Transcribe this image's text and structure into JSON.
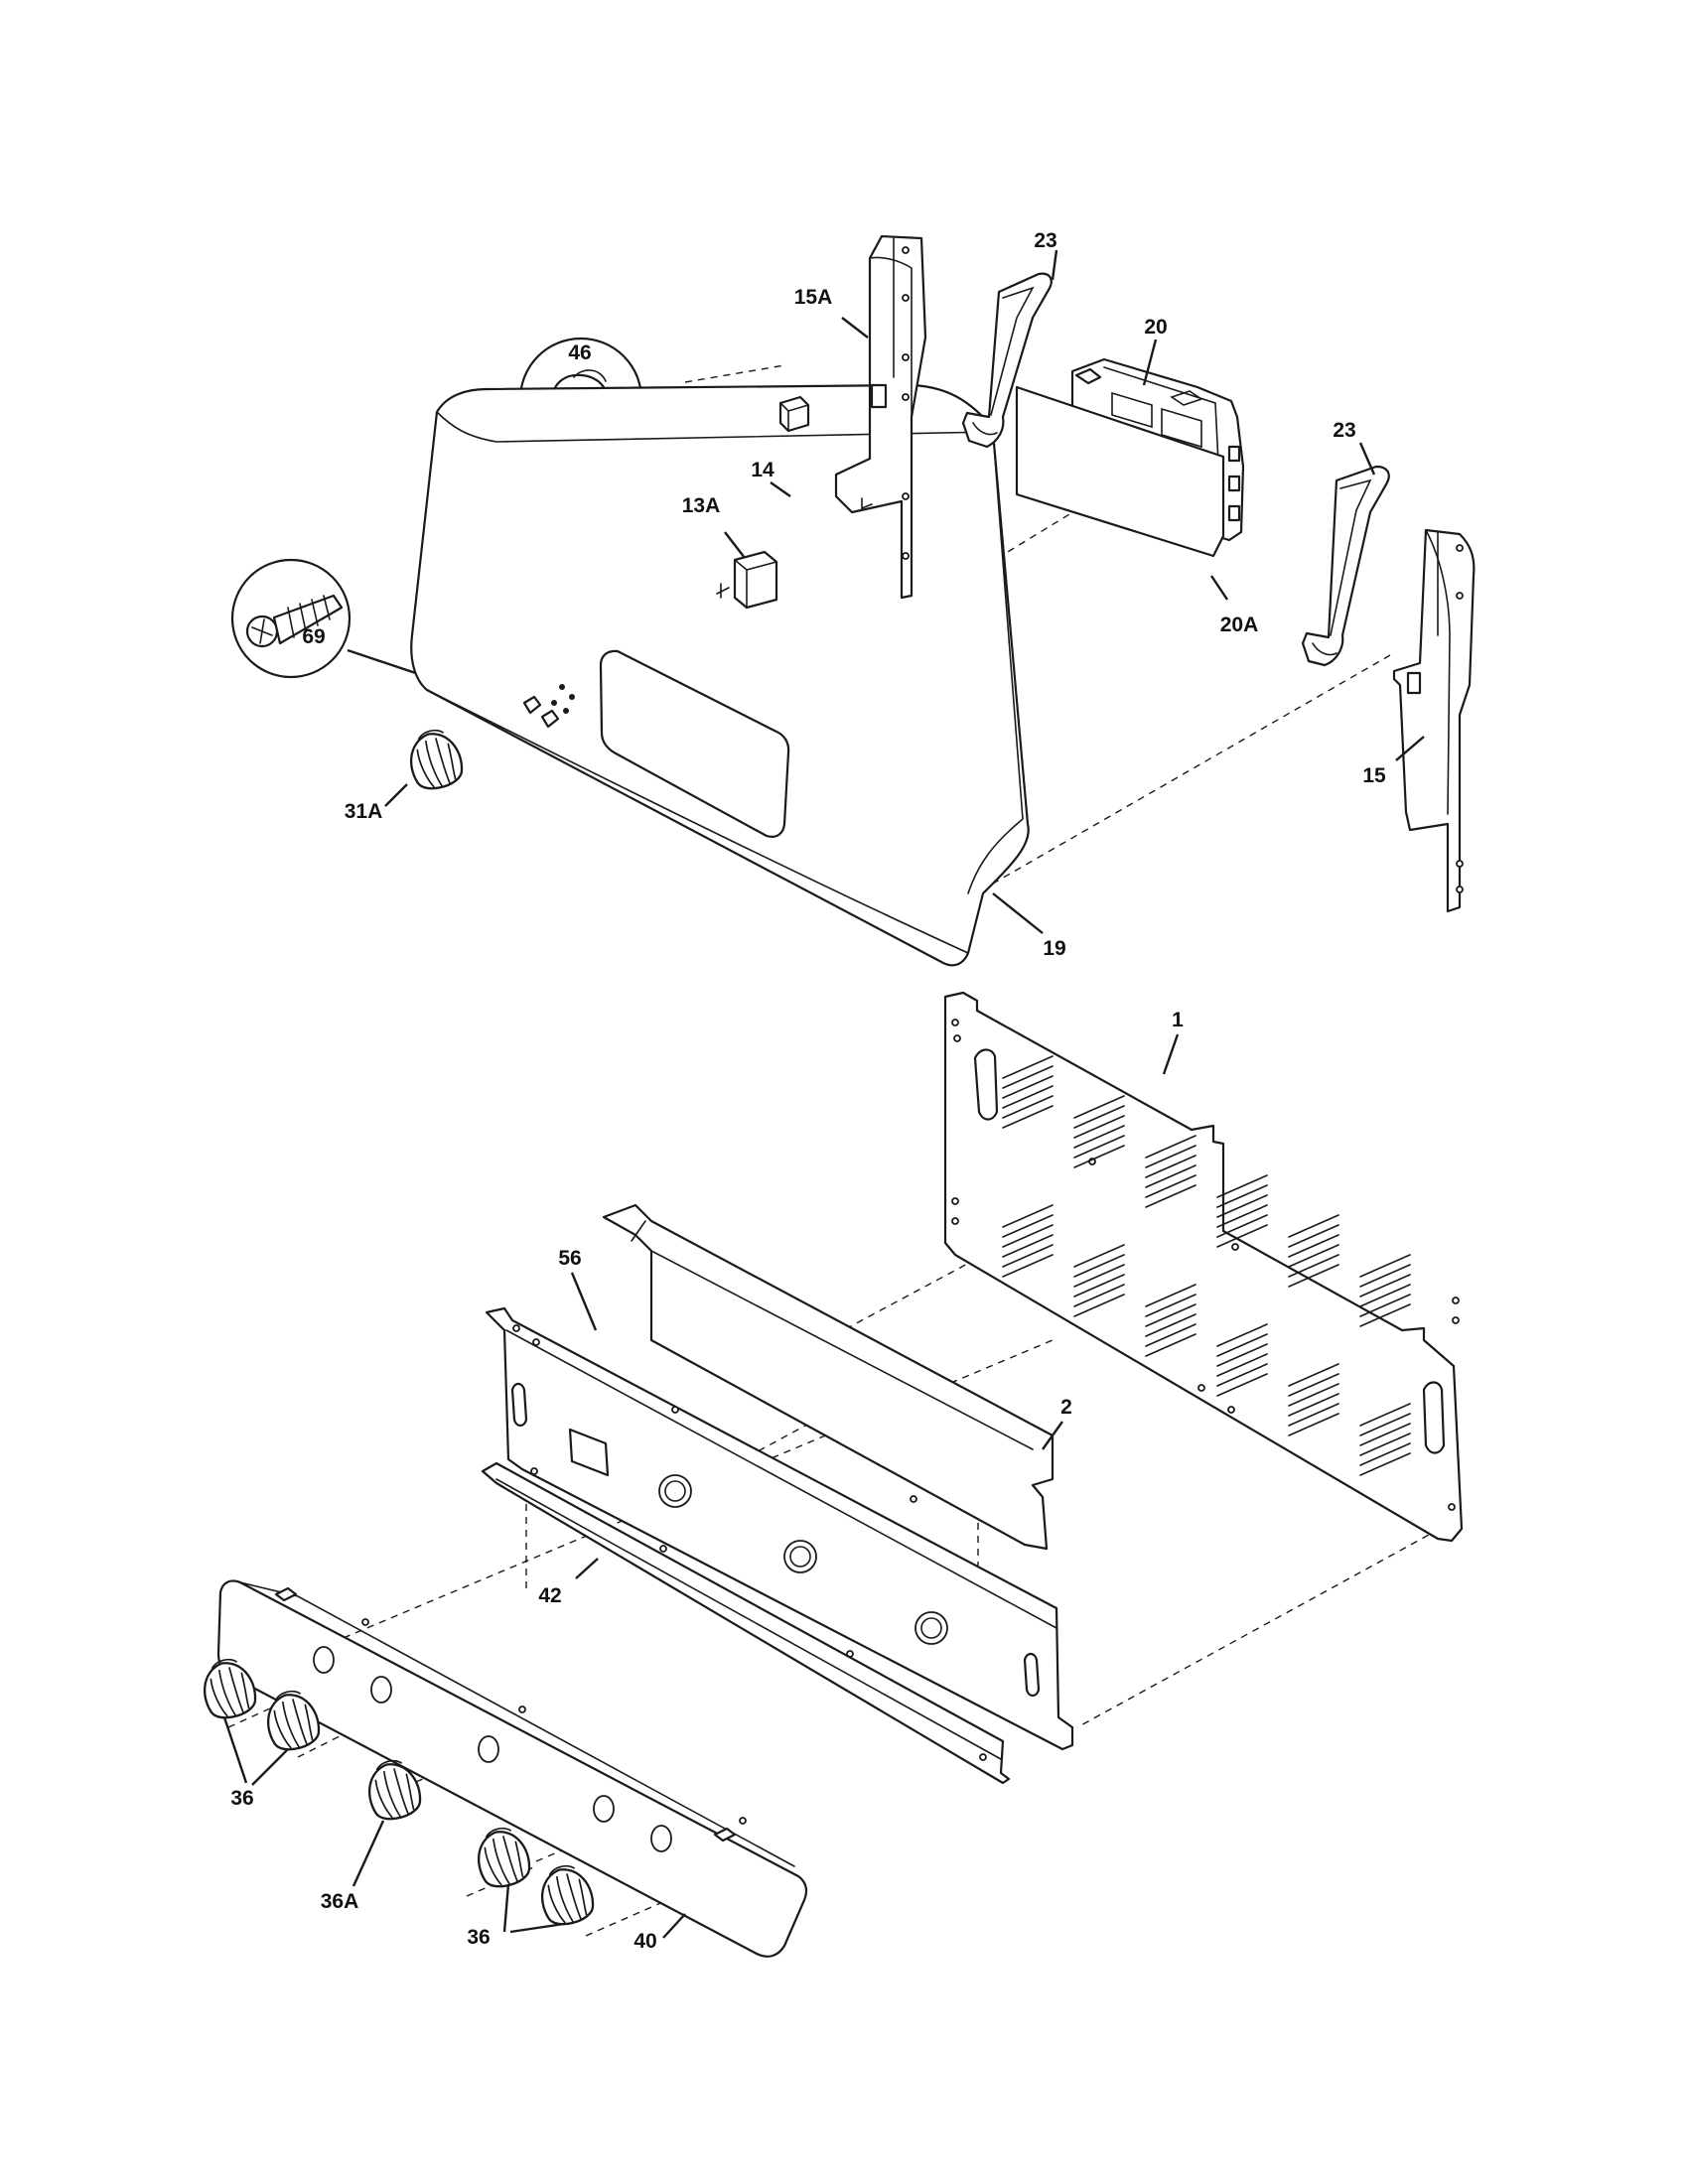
{
  "callouts": {
    "c1": "1",
    "c2": "2",
    "c13A": "13A",
    "c14": "14",
    "c15": "15",
    "c15A": "15A",
    "c19": "19",
    "c20": "20",
    "c20A": "20A",
    "c23_top": "23",
    "c23_right": "23",
    "c31A": "31A",
    "c36_left": "36",
    "c36A": "36A",
    "c36_right": "36",
    "c40": "40",
    "c42": "42",
    "c46": "46",
    "c56": "56",
    "c69": "69"
  }
}
